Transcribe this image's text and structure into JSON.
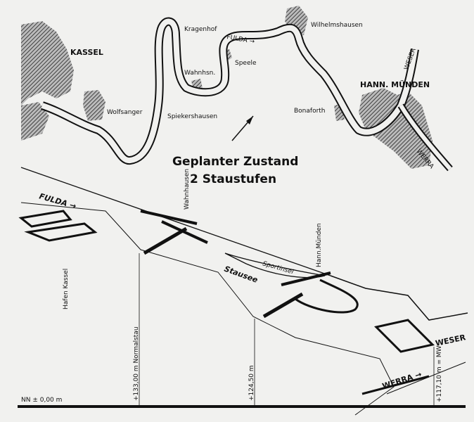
{
  "map": {
    "title_line1": "Geplanter Zustand",
    "title_line2": "2 Staustufen",
    "places": {
      "kassel": "KASSEL",
      "kragenhof": "Kragenhof",
      "fulda_river": "FULDA →",
      "wilhelmshausen": "Wilhelmshausen",
      "speele": "Speele",
      "wahnhausen_short": "Wahnhsn.",
      "wolfsanger": "Wolfsanger",
      "spiekershausen": "Spiekershausen",
      "bonaforth": "Bonaforth",
      "hann_muenden": "HANN. MÜNDEN",
      "weser_river": "WESER",
      "werra_river": "WERRA"
    }
  },
  "profile": {
    "fulda": "FULDA →",
    "wahnhausen": "Wahnhausen",
    "hafen_kassel": "Hafen Kassel",
    "level_1": "+133,00 m  Normalstau",
    "stausee": "Stausee",
    "sportinsel": "Sportinsel",
    "hann_muenden": "Hann.Münden",
    "level_2": "+124,50 m",
    "weser": "WESER",
    "werra": "WERRA →",
    "level_3": "+117,10 m = MW",
    "datum": "NN ± 0,00 m"
  },
  "colors": {
    "ink": "#111111",
    "paper": "#f1f1ef"
  }
}
